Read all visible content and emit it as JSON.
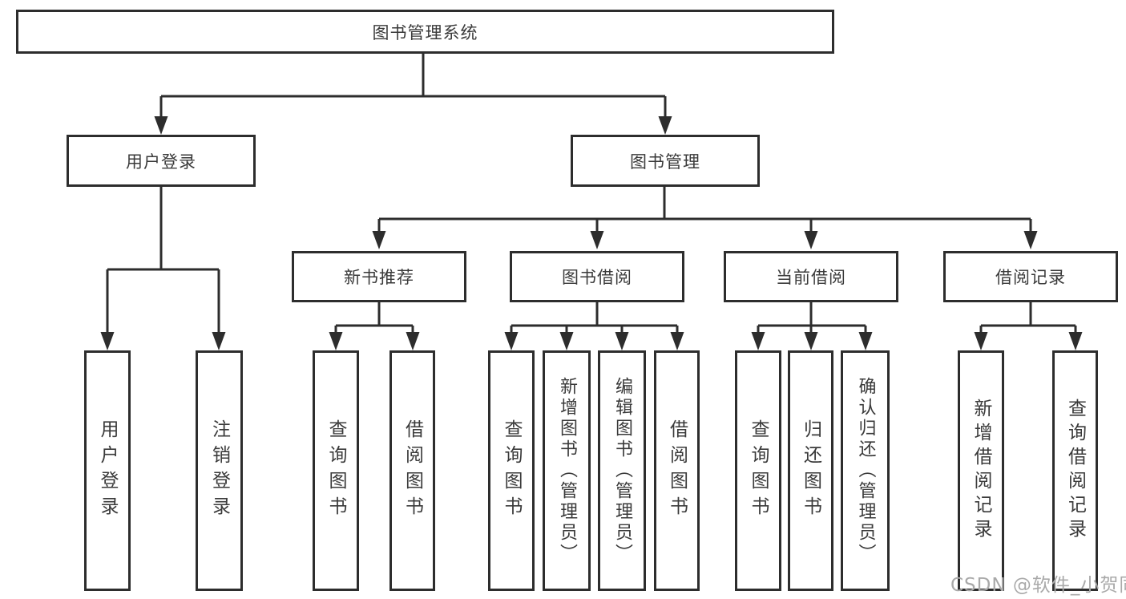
{
  "diagram": {
    "root_label": "图书管理系统",
    "user_branch": {
      "label": "用户登录",
      "children": [
        "用户登录",
        "注销登录"
      ]
    },
    "management_branch": {
      "label": "图书管理"
    },
    "groups": [
      {
        "label": "新书推荐",
        "children": [
          "查询图书",
          "借阅图书"
        ]
      },
      {
        "label": "图书借阅",
        "children": [
          "查询图书",
          "新增图书（管理员）",
          "编辑图书（管理员）",
          "借阅图书"
        ]
      },
      {
        "label": "当前借阅",
        "children": [
          "查询图书",
          "归还图书",
          "确认归还（管理员）"
        ]
      },
      {
        "label": "借阅记录",
        "children": [
          "新增借阅记录",
          "查询借阅记录"
        ]
      }
    ],
    "watermark": "CSDN @软件_小贺同学",
    "colors": {
      "line": "#2d2d2d",
      "text": "#3a3a3a",
      "watermark": "#a9a9a9",
      "background": "#ffffff"
    }
  }
}
